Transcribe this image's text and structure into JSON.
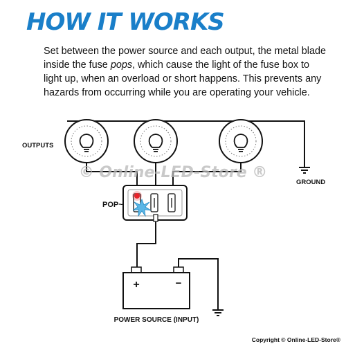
{
  "title": "HOW IT WORKS",
  "description": {
    "line1": "Set between the power source and each output, the metal blade",
    "line2_pre": "inside the fuse ",
    "line2_em": "pops",
    "line2_post": ", which cause the light of the fuse box to",
    "line3": "light up, when an overload or short happens. This prevents any",
    "line4": "hazards from occurring while you are operating your vehicle."
  },
  "diagram": {
    "outputs_label": "OUTPUTS",
    "ground_label": "GROUND",
    "pop_label": "POP~",
    "power_source_label": "POWER SOURCE (INPUT)",
    "battery_plus": "+",
    "battery_minus": "−",
    "watermark": "© Online-LED-Store ®",
    "copyright": "Copyright © Online-LED-Store®",
    "colors": {
      "title": "#1a7fc9",
      "led": "#e8242b",
      "spark": "#5ab6e6",
      "line": "#111111"
    }
  }
}
